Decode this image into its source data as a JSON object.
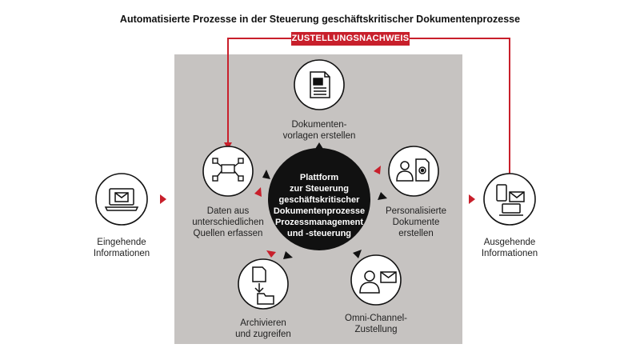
{
  "title": "Automatisierte Prozesse in der Steuerung geschäftskritischer Dokumentenprozesse",
  "badge": "ZUSTELLUNGSNACHWEIS",
  "center": {
    "lines": [
      "Plattform",
      "zur Steuerung",
      "geschäftskritischer",
      "Dokumentenprozesse",
      "Prozessmanagement",
      "und -steuerung"
    ]
  },
  "nodes": {
    "incoming": {
      "lines": [
        "Eingehende",
        "Informationen"
      ],
      "icon": "laptop-mail-icon"
    },
    "outgoing": {
      "lines": [
        "Ausgehende",
        "Informationen"
      ],
      "icon": "devices-mail-icon"
    },
    "templates": {
      "lines": [
        "Dokumenten-",
        "vorlagen erstellen"
      ],
      "icon": "document-icon"
    },
    "personalized": {
      "lines": [
        "Personalisierte",
        "Dokumente",
        "erstellen"
      ],
      "icon": "user-document-gear-icon"
    },
    "omnichannel": {
      "lines": [
        "Omni-Channel-",
        "Zustellung"
      ],
      "icon": "user-mail-icon"
    },
    "archive": {
      "lines": [
        "Archivieren",
        "und zugreifen"
      ],
      "icon": "document-download-folder-icon"
    },
    "capture": {
      "lines": [
        "Daten aus",
        "unterschiedlichen",
        "Quellen erfassen"
      ],
      "icon": "network-icon"
    }
  },
  "colors": {
    "accent": "#c81f2b",
    "panel": "#c6c3c1",
    "dark": "#111111"
  }
}
